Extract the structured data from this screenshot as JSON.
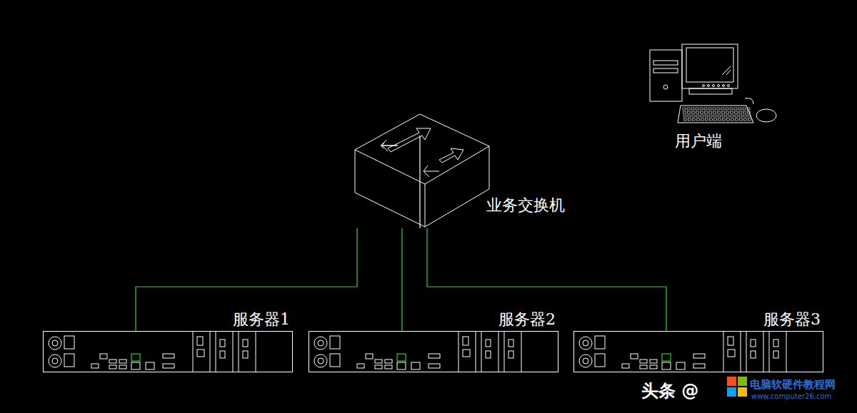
{
  "diagram": {
    "nodes": [
      {
        "text": [
          "用户端"
        ]
      },
      {
        "text": [
          "业务交换机"
        ]
      },
      {
        "text": [
          "服务器1"
        ]
      },
      {
        "text": [
          "服务器2"
        ]
      },
      {
        "text": [
          "服务器3"
        ]
      }
    ],
    "edges": [
      {
        "from": 1,
        "to": 0,
        "arrow": "none"
      },
      {
        "from": 1,
        "to": 2,
        "arrow": "none"
      },
      {
        "from": 1,
        "to": 3,
        "arrow": "none"
      },
      {
        "from": 1,
        "to": 4,
        "arrow": "none"
      }
    ],
    "labels": [
      "头条 @",
      "电脑软硬件教程网",
      "www.computer26.com"
    ]
  }
}
